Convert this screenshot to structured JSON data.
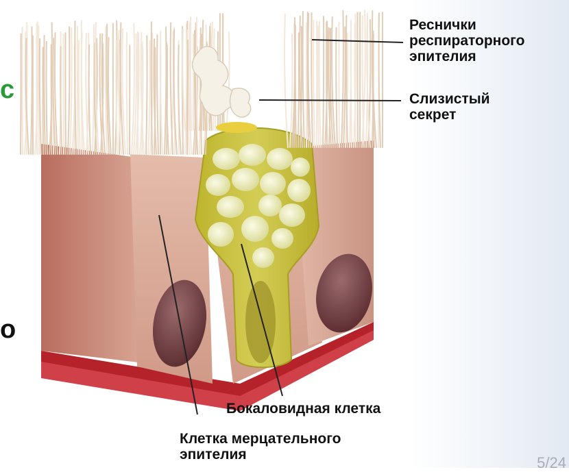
{
  "labels": {
    "cilia": "Реснички\nреспираторного\nэпителия",
    "mucus": "Слизистый\nсекрет",
    "goblet_cell": "Бокаловидная клетка",
    "ciliated_cell": "Клетка мерцательного\nэпителия"
  },
  "side_fragments": {
    "left_top": "с",
    "left_middle": "о"
  },
  "page_number": "5/24",
  "colors": {
    "cell_body": "#d9a695",
    "goblet_cytoplasm": "#c8c23a",
    "mucin_granules": "#f1f0c8",
    "nucleus": "#6b3b3e",
    "basement_membrane": "#b5222a",
    "cilia": "#f3e7d9"
  }
}
